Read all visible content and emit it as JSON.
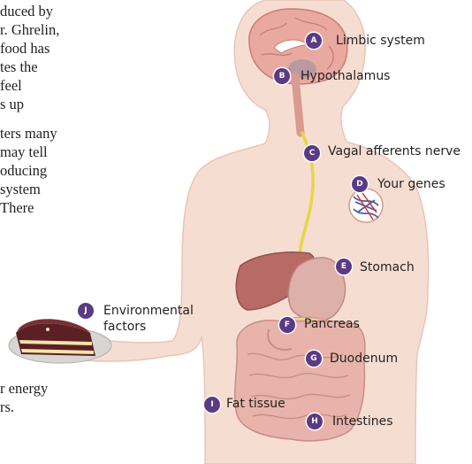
{
  "body_text": [
    "duced by",
    "r. Ghrelin,",
    "food has",
    "tes the",
    "feel",
    "s up",
    "ters many",
    "may tell",
    "oducing",
    "system",
    "There",
    "r energy",
    "rs."
  ],
  "labels": {
    "a": {
      "letter": "A",
      "text": "Limbic system"
    },
    "b": {
      "letter": "B",
      "text": "Hypothalamus"
    },
    "c": {
      "letter": "C",
      "text": "Vagal afferents nerve"
    },
    "d": {
      "letter": "D",
      "text": "Your genes"
    },
    "e": {
      "letter": "E",
      "text": "Stomach"
    },
    "f": {
      "letter": "F",
      "text": "Pancreas"
    },
    "g": {
      "letter": "G",
      "text": "Duodenum"
    },
    "h": {
      "letter": "H",
      "text": "Intestines"
    },
    "i": {
      "letter": "I",
      "text": "Fat tissue"
    },
    "j": {
      "letter": "J",
      "text_line1": "Environmental",
      "text_line2": "factors"
    }
  },
  "colors": {
    "skin": "#f6ddd2",
    "skin_edge": "#e9c5b6",
    "brain": "#e9a9a0",
    "liver": "#b86a67",
    "stomach": "#ddb1a9",
    "intestines": "#e7b3aa",
    "nerve": "#e3d845",
    "badge": "#5b3a84",
    "cake_dark": "#5a2024",
    "cake_cream": "#f4e3a8"
  }
}
